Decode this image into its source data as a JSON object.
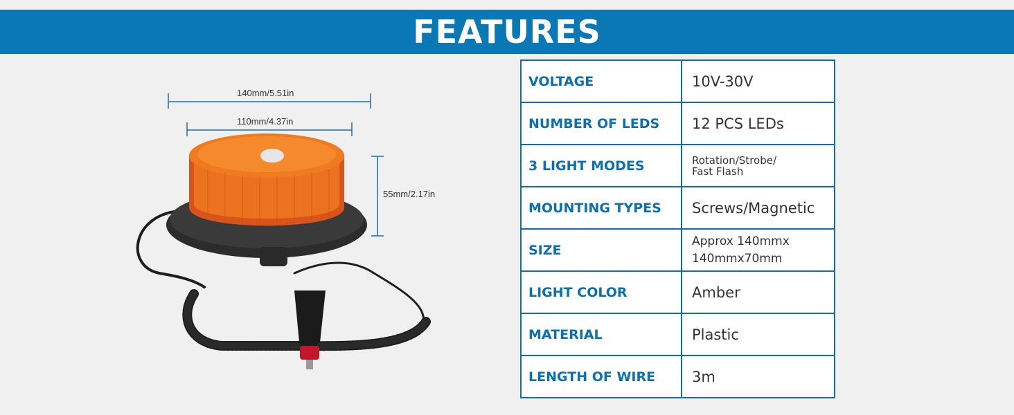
{
  "banner": {
    "title": "FEATURES"
  },
  "colors": {
    "brand_blue": "#0a78b5",
    "amber": "#e8651a",
    "base": "#2f2f2f"
  },
  "dimensions": {
    "outer_width": "140mm/5.51in",
    "lens_width": "110mm/4.37in",
    "height": "55mm/2.17in"
  },
  "specs": [
    {
      "key": "VOLTAGE",
      "value": [
        "10V-30V"
      ]
    },
    {
      "key": "NUMBER OF LEDS",
      "value": [
        "12 PCS LEDs"
      ]
    },
    {
      "key": "3 LIGHT MODES",
      "value": [
        "Rotation/Strobe/",
        "Fast Flash"
      ]
    },
    {
      "key": "MOUNTING TYPES",
      "value": [
        "Screws/Magnetic"
      ]
    },
    {
      "key": "SIZE",
      "value": [
        "Approx 140mmx",
        "140mmx70mm"
      ]
    },
    {
      "key": "LIGHT COLOR",
      "value": [
        "Amber"
      ]
    },
    {
      "key": "MATERIAL",
      "value": [
        "Plastic"
      ]
    },
    {
      "key": "LENGTH OF WIRE",
      "value": [
        "3m"
      ]
    }
  ]
}
